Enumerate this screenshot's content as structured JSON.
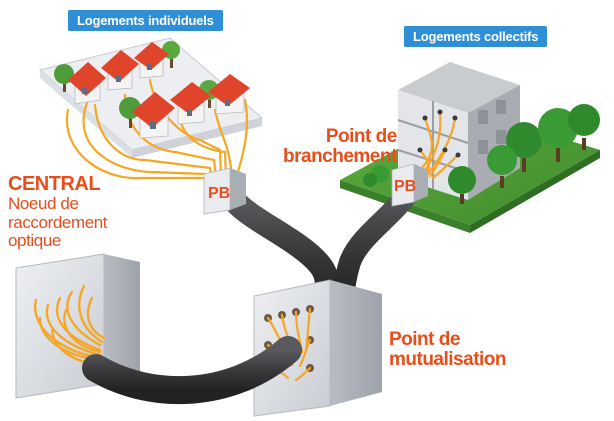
{
  "labels": {
    "individual_housing": "Logements individuels",
    "collective_housing": "Logements collectifs",
    "branch_point": [
      "Point de",
      "branchement"
    ],
    "central": {
      "title": "CENTRAL",
      "subtitle": [
        "Noeud de",
        "raccordement",
        "optique"
      ]
    },
    "pooling_point": [
      "Point de",
      "mutualisation"
    ],
    "pb_left": "PB",
    "pb_right": "PB"
  },
  "colors": {
    "tag_blue": "#2e8fd6",
    "label_orange": "#e84e1b",
    "fiber_yellow": "#f5a623",
    "cable_dark": "#3a3a3c",
    "box_grey": "#d8dbe0",
    "tree_green": "#4f9d3a",
    "roof_red": "#e0452b"
  }
}
